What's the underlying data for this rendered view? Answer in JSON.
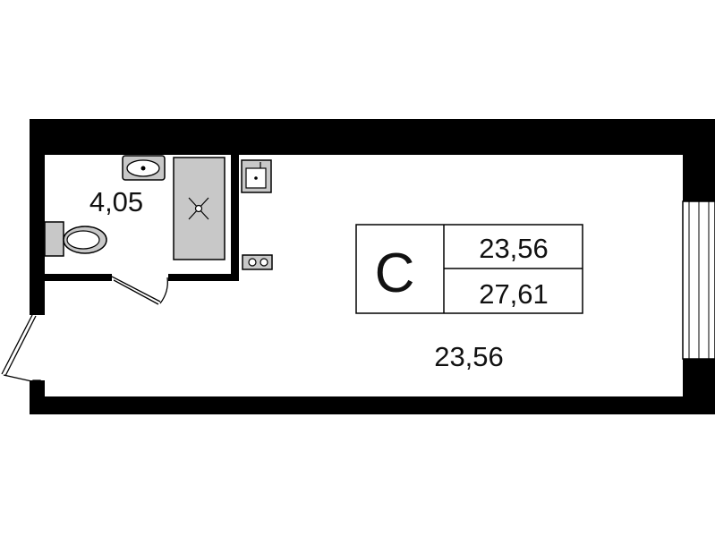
{
  "plan": {
    "bathroom": {
      "area": "4,05"
    },
    "living_room": {
      "area": "23,56"
    },
    "legend": {
      "apartment_type": "C",
      "living_area": "23,56",
      "total_area": "27,61"
    }
  }
}
